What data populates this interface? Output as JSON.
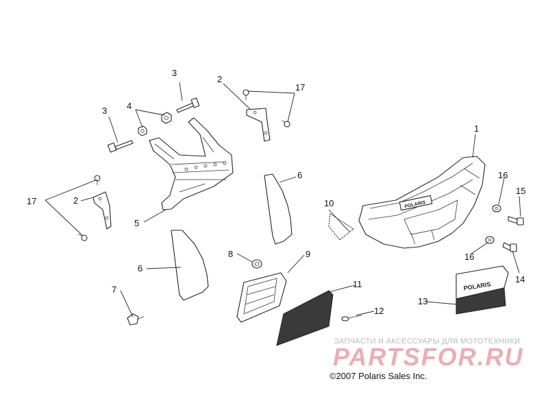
{
  "diagram": {
    "callouts": [
      "1",
      "2",
      "3",
      "4",
      "5",
      "6",
      "7",
      "8",
      "9",
      "10",
      "11",
      "12",
      "13",
      "14",
      "15",
      "16",
      "17"
    ]
  },
  "badge_text": "POLARIS",
  "watermark": {
    "tagline": "ЗАПЧАСТИ И АКСЕССУАРЫ ДЛЯ МОТОТЕХНИКИ",
    "logo": "PARTSFOR.RU"
  },
  "copyright": "©2007 Polaris Sales Inc."
}
